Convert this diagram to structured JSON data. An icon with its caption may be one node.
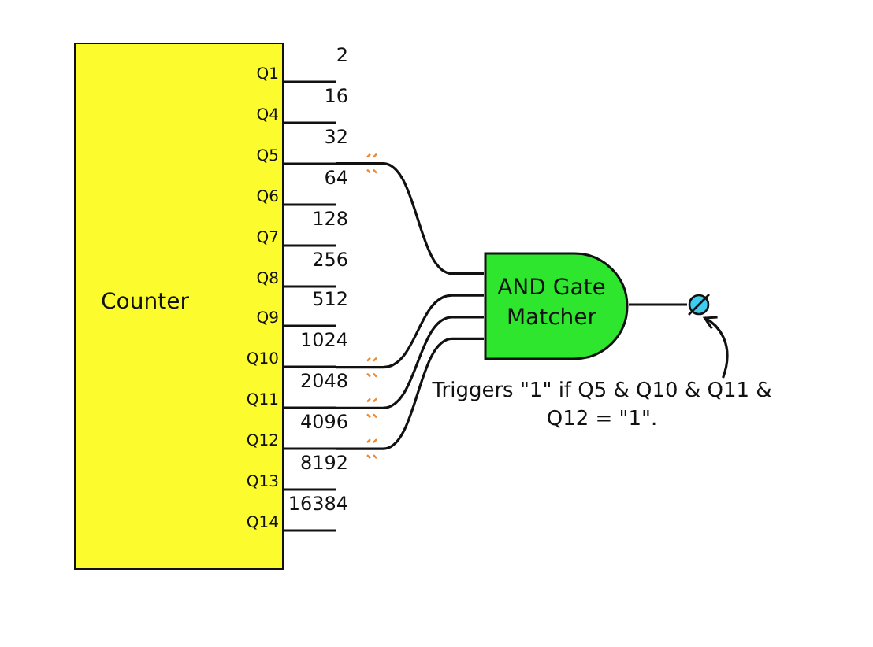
{
  "diagram": {
    "nodes": [
      {
        "text": [
          "Counter"
        ]
      },
      {
        "text": [
          "Q1"
        ],
        "beside": [
          "2"
        ]
      },
      {
        "text": [
          "Q4"
        ],
        "beside": [
          "16"
        ]
      },
      {
        "text": [
          "Q5"
        ],
        "beside": [
          "32"
        ]
      },
      {
        "text": [
          "Q6"
        ],
        "beside": [
          "64"
        ]
      },
      {
        "text": [
          "Q7"
        ],
        "beside": [
          "128"
        ]
      },
      {
        "text": [
          "Q8"
        ],
        "beside": [
          "256"
        ]
      },
      {
        "text": [
          "Q9"
        ],
        "beside": [
          "512"
        ]
      },
      {
        "text": [
          "Q10"
        ],
        "beside": [
          "1024"
        ]
      },
      {
        "text": [
          "Q11"
        ],
        "beside": [
          "2048"
        ]
      },
      {
        "text": [
          "Q12"
        ],
        "beside": [
          "4096"
        ]
      },
      {
        "text": [
          "Q13"
        ],
        "beside": [
          "8192"
        ]
      },
      {
        "text": [
          "Q14"
        ],
        "beside": [
          "16384"
        ]
      },
      {
        "text": [
          "AND Gate Matcher"
        ]
      },
      {
        "text": [],
        "shape": "circle"
      },
      {
        "text": [
          "Triggers \"1\" if Q5 & Q10 & Q11 & Q12 = \"1\"."
        ]
      }
    ],
    "edges": [
      {
        "from": 3,
        "to": 13,
        "arrow": "none"
      },
      {
        "from": 8,
        "to": 13,
        "arrow": "none"
      },
      {
        "from": 9,
        "to": 13,
        "arrow": "none"
      },
      {
        "from": 10,
        "to": 13,
        "arrow": "none"
      },
      {
        "from": 13,
        "to": 14,
        "arrow": "none"
      },
      {
        "from": 15,
        "to": 14,
        "arrow": "to"
      }
    ]
  }
}
